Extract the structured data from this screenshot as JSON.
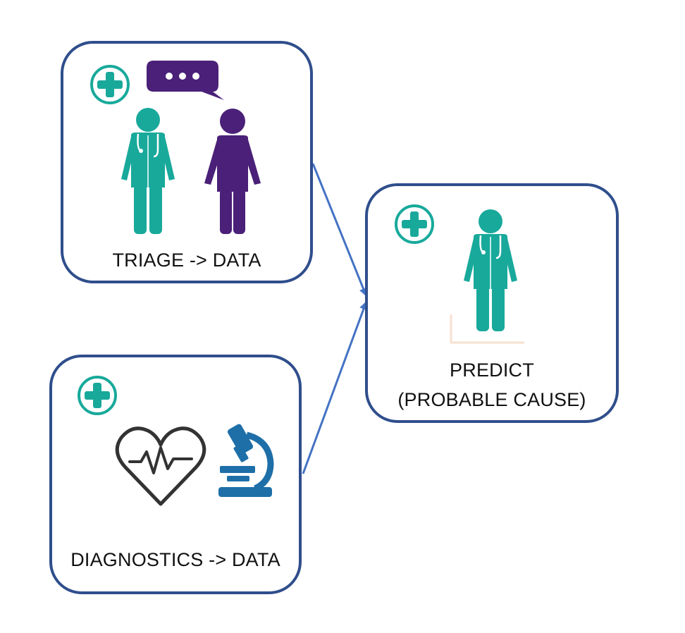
{
  "diagram": {
    "nodes": [
      {
        "id": "triage",
        "label": "TRIAGE -> DATA",
        "icons": [
          "medical-cross-icon",
          "doctor-icon",
          "patient-icon",
          "speech-bubble-icon"
        ]
      },
      {
        "id": "diagnostics",
        "label": "DIAGNOSTICS -> DATA",
        "icons": [
          "medical-cross-icon",
          "heart-pulse-icon",
          "microscope-icon"
        ]
      },
      {
        "id": "predict",
        "label_line1": "PREDICT",
        "label_line2": "(PROBABLE CAUSE)",
        "icons": [
          "medical-cross-icon",
          "doctor-icon"
        ]
      }
    ],
    "edges": [
      {
        "from": "triage",
        "to": "predict"
      },
      {
        "from": "diagnostics",
        "to": "predict"
      }
    ],
    "colors": {
      "border": "#2f4e8c",
      "teal": "#18a99b",
      "purple": "#4a2078",
      "arrow": "#4472c4",
      "heart": "#333333",
      "microscope": "#1e6fa8"
    }
  }
}
